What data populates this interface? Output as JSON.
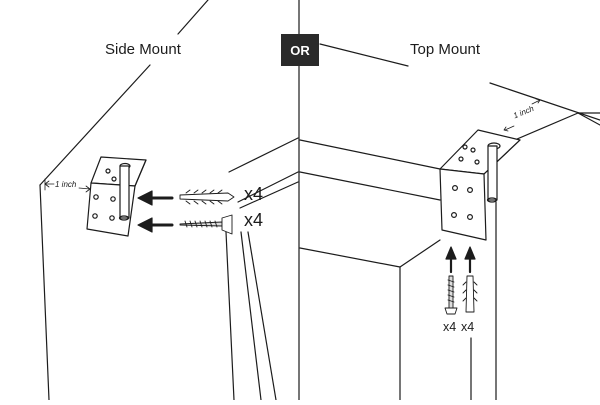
{
  "side_mount": {
    "heading": "Side Mount",
    "dimension_label": "1 inch",
    "anchor_count": "x4",
    "screw_count": "x4"
  },
  "divider": {
    "or_label": "OR"
  },
  "top_mount": {
    "heading": "Top Mount",
    "dimension_label": "1 inch",
    "screw_count": "x4",
    "anchor_count": "x4"
  },
  "colors": {
    "line": "#1c1c1c",
    "badge": "#2a2a2a",
    "hardware_fill": "#e9e9e9"
  },
  "icons": {
    "arrow": "arrow-icon",
    "wall_anchor": "wall-anchor-icon",
    "screw": "screw-icon",
    "bracket": "l-bracket-icon"
  }
}
